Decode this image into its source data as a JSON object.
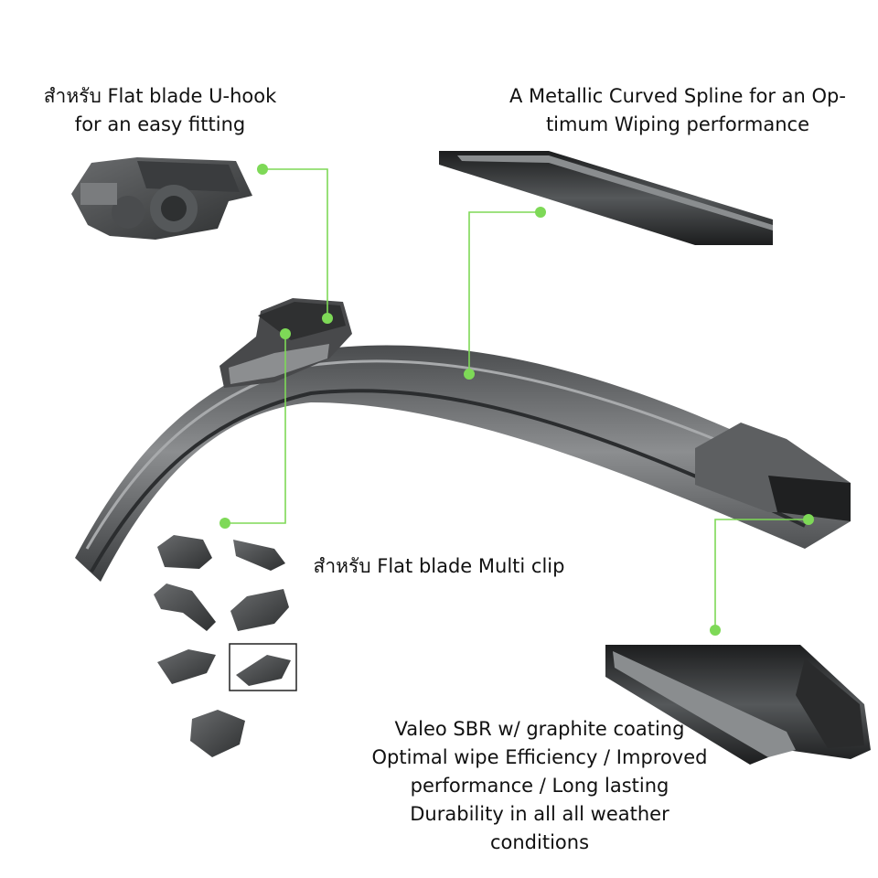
{
  "callouts": {
    "uhook": {
      "line1": "สำหรับ Flat blade U-hook",
      "line2": "for an easy fitting"
    },
    "spline": {
      "line1": "A Metallic Curved Spline for an Op-",
      "line2": "timum Wiping performance"
    },
    "multiclip": {
      "line1": "สำหรับ Flat blade Multi clip"
    },
    "rubber": {
      "line1": "Valeo SBR w/ graphite coating",
      "line2": "Optimal wipe Efficiency / Improved",
      "line3": "performance /  Long lasting",
      "line4": "Durability in all all weather",
      "line5": "conditions"
    }
  },
  "colors": {
    "accent": "#7ed957",
    "blade": "#6f7173",
    "blade_dark": "#2f3133",
    "text": "#111111"
  }
}
